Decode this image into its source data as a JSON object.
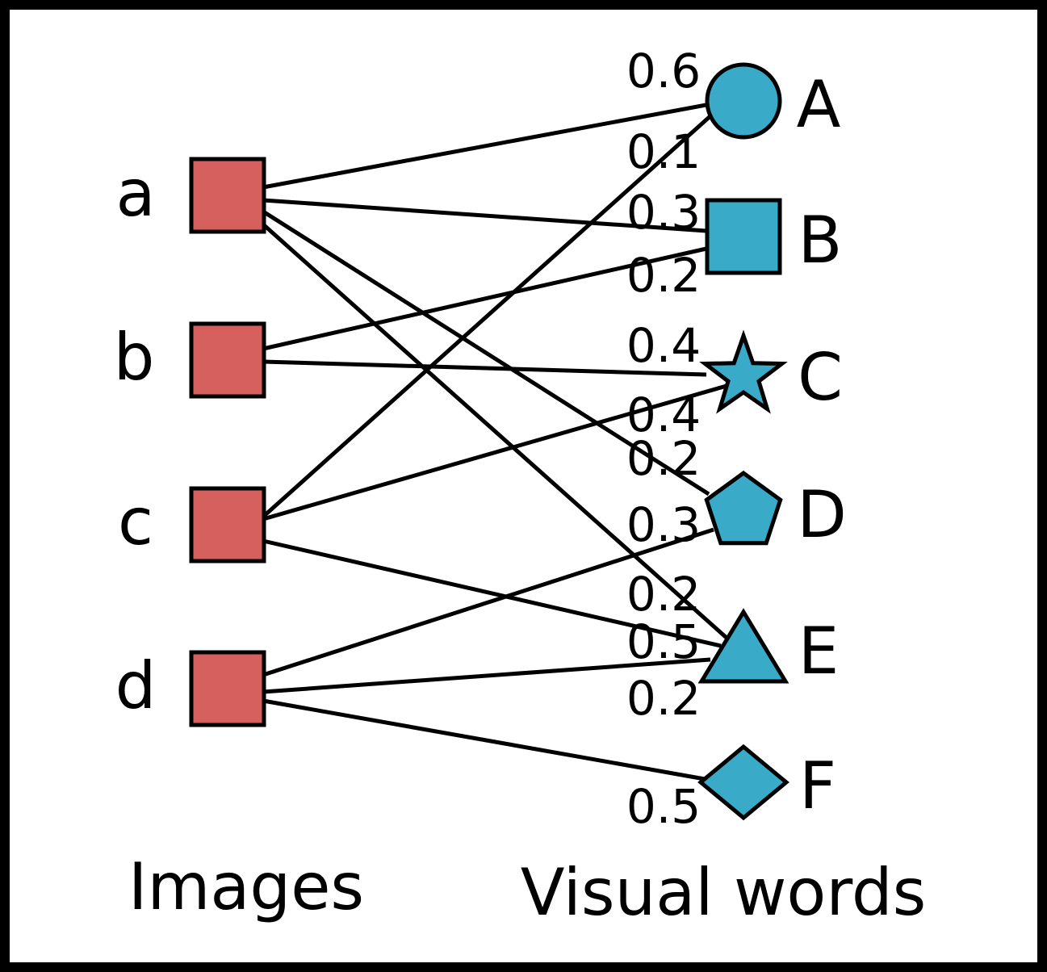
{
  "images": [
    {
      "id": "a",
      "label": "a"
    },
    {
      "id": "b",
      "label": "b"
    },
    {
      "id": "c",
      "label": "c"
    },
    {
      "id": "d",
      "label": "d"
    }
  ],
  "visual_words": [
    {
      "id": "A",
      "label": "A",
      "shape": "circle"
    },
    {
      "id": "B",
      "label": "B",
      "shape": "square"
    },
    {
      "id": "C",
      "label": "C",
      "shape": "star"
    },
    {
      "id": "D",
      "label": "D",
      "shape": "pentagon"
    },
    {
      "id": "E",
      "label": "E",
      "shape": "triangle"
    },
    {
      "id": "F",
      "label": "F",
      "shape": "diamond"
    }
  ],
  "edges": [
    {
      "from": "a",
      "to": "A",
      "weight": "0.6"
    },
    {
      "from": "a",
      "to": "B",
      "weight": "0.3"
    },
    {
      "from": "a",
      "to": "D",
      "weight": "0.2"
    },
    {
      "from": "a",
      "to": "E",
      "weight": "0.2"
    },
    {
      "from": "b",
      "to": "B",
      "weight": "0.2"
    },
    {
      "from": "b",
      "to": "C",
      "weight": "0.4"
    },
    {
      "from": "c",
      "to": "A",
      "weight": "0.1"
    },
    {
      "from": "c",
      "to": "C",
      "weight": "0.4"
    },
    {
      "from": "c",
      "to": "E",
      "weight": "0.5"
    },
    {
      "from": "d",
      "to": "D",
      "weight": "0.3"
    },
    {
      "from": "d",
      "to": "E",
      "weight": "0.2"
    },
    {
      "from": "d",
      "to": "F",
      "weight": "0.5"
    }
  ],
  "labels": {
    "images": "Images",
    "visual_words": "Visual words"
  },
  "colors": {
    "image_node": "#d5605e",
    "word_node": "#3aaac9",
    "edge": "#000000"
  }
}
